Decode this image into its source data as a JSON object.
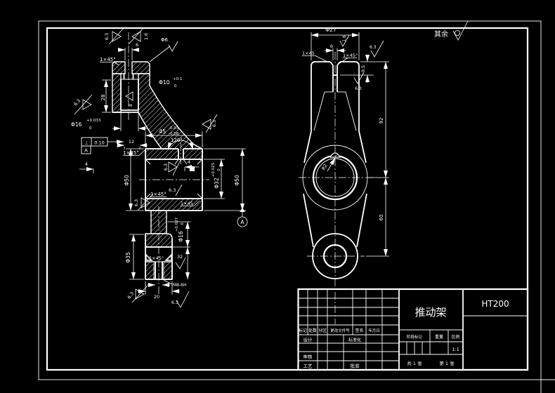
{
  "sheet": {
    "general_note": "其余",
    "line_color": "#ffffff",
    "background": "#000000"
  },
  "left_view": {
    "labels": {
      "chamfer_top": "1×45°",
      "rough_slot_left": "6.3",
      "rough_slot_right": "1.6",
      "slot_width": "6",
      "oil_hole": "Φ6",
      "bore10": "Φ10",
      "bore10_up": "+0.1",
      "bore10_low": "0",
      "height28": "28",
      "rough_left": "6.3",
      "bore16": "Φ16",
      "bore16_up": "+0.033",
      "bore16_low": "0",
      "depth8": "8",
      "fcf_symbol": "⊥",
      "fcf_tolerance": "0.10",
      "fcf_datum": "A",
      "dim12": "12",
      "chamfer_cyl": "1×45°",
      "width45": "45",
      "width45_up": "-0.03",
      "width45_low": "-0.08",
      "angle120": "120°",
      "rough_right": "6.3",
      "dim4_left": "4",
      "dim4_right": "4",
      "rough_bore": "6.3",
      "dia50_left": "Φ50",
      "dia32": "Φ32",
      "dia32_up": "+0.025",
      "dia32_low": "0",
      "chamfer_bore_left": "1×45°",
      "rough_chamfer": "6.3",
      "chamfer_bore_right": "1×45",
      "dia50_right": "Φ50",
      "datum_label": "A",
      "rough_neck": "6.3",
      "dia16": "Φ16",
      "dia16_up": "+0.027",
      "dia16_low": "0",
      "dia35": "Φ35",
      "chamfer_thread": "1×45°",
      "depth32": "32",
      "rough_bottom_left": "6.3",
      "width20": "20",
      "thread": "M8-6H",
      "rough_bottom_right": "6.3"
    }
  },
  "right_view": {
    "labels": {
      "dia27": "Φ27",
      "rough_slot": "1.6",
      "slot_width": "6",
      "chamfer_left": "1×45",
      "chamfer_right": "1×45°",
      "depth95": "9.5",
      "rough_slot_bottom": "6.3",
      "rough_top_face": "6.3",
      "dim92": "92",
      "dim60": "60",
      "groove_radius": "R2"
    }
  },
  "title_block": {
    "part_name": "推动架",
    "material": "HT200",
    "col_mark": "标记",
    "col_count": "处数",
    "col_zone": "分区",
    "col_doc": "更改文件号",
    "col_sign": "签名",
    "col_date": "年月日",
    "row_design": "设计",
    "row_standard": "标准化",
    "row_check": "审核",
    "row_process": "工艺",
    "row_approve": "批准",
    "stage_mark": "阶段标记",
    "weight": "重量",
    "scale": "比例",
    "scale_value": "1:1",
    "sheet_total": "共 1 张",
    "sheet_number": "第 1 张"
  }
}
